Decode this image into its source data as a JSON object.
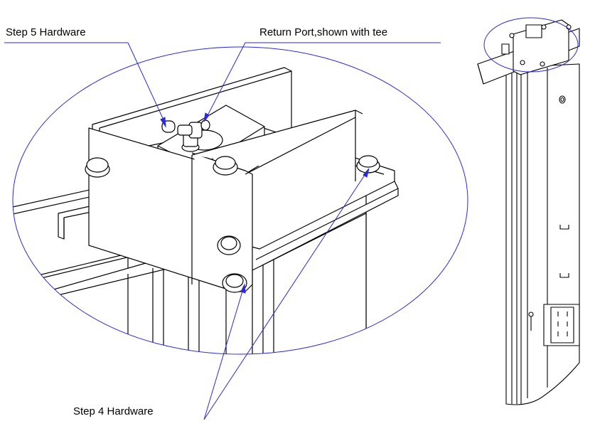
{
  "callouts": {
    "step5": "Step 5 Hardware",
    "return_port": "Return Port,shown with tee",
    "step4": "Step 4 Hardware"
  },
  "colors": {
    "callout_line": "#2b2bd6",
    "drawing_line": "#000000",
    "background": "#ffffff"
  }
}
